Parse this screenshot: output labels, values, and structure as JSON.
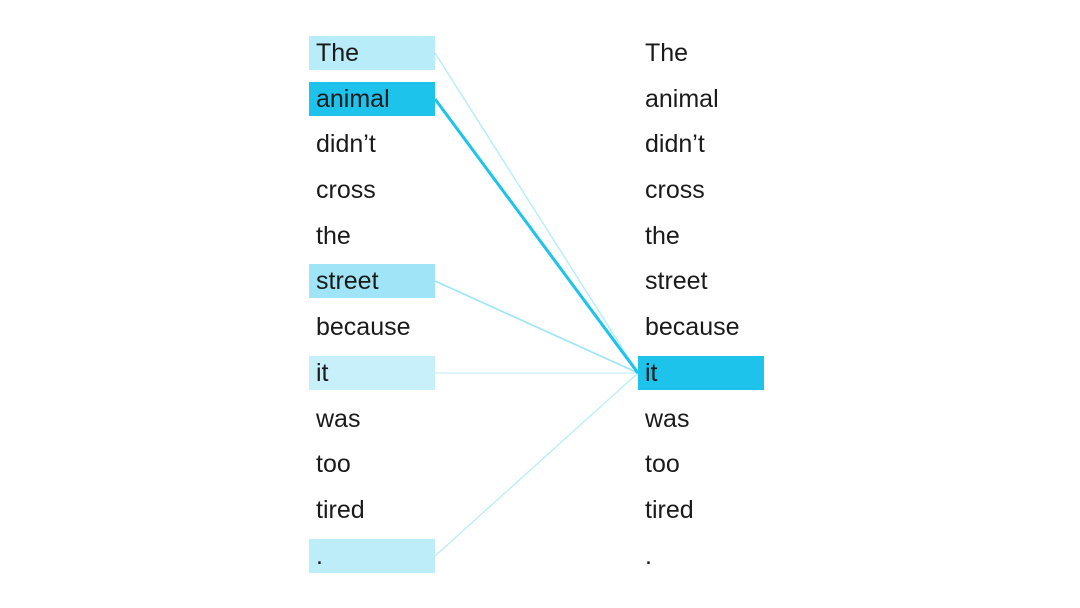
{
  "tokens": {
    "source": [
      "The",
      "animal",
      "didn’t",
      "cross",
      "the",
      "street",
      "because",
      "it",
      "was",
      "too",
      "tired",
      "."
    ],
    "target": [
      "The",
      "animal",
      "didn’t",
      "cross",
      "the",
      "street",
      "because",
      "it",
      "was",
      "too",
      "tired",
      "."
    ]
  },
  "attention": {
    "query_token_index": 7,
    "query_highlight_color": "#1ec3ec",
    "weights": [
      0.22,
      1.0,
      0.0,
      0.0,
      0.0,
      0.35,
      0.0,
      0.15,
      0.0,
      0.0,
      0.0,
      0.2
    ]
  },
  "colors": {
    "accent": "#1ec3ec",
    "light": "#dff6fd",
    "text": "#1a1a1a"
  }
}
